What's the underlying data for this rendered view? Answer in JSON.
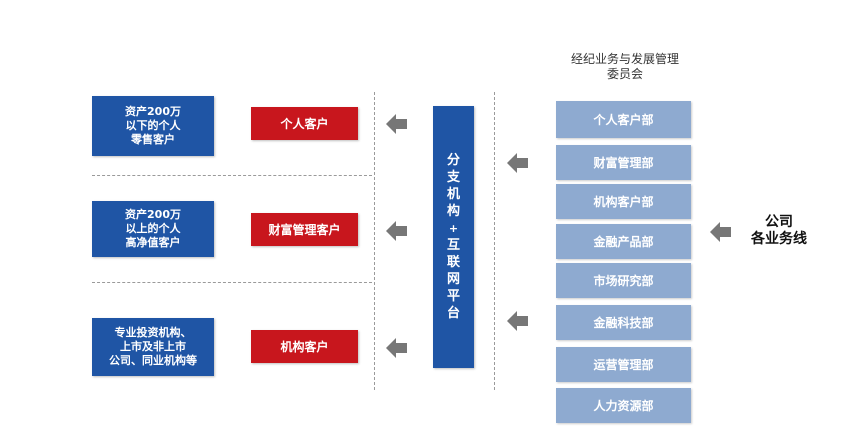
{
  "committee_title": "经纪业务与发展管理\n委员会",
  "side_label": "公司\n各业务线",
  "segments": [
    {
      "desc": "资产200万\n以下的个人\n零售客户",
      "customer": "个人客户"
    },
    {
      "desc": "资产200万\n以上的个人\n高净值客户",
      "customer": "财富管理客户"
    },
    {
      "desc": "专业投资机构、\n上市及非上市\n公司、同业机构等",
      "customer": "机构客户"
    }
  ],
  "branch_chars": [
    "分",
    "支",
    "机",
    "构",
    "+",
    "互",
    "联",
    "网",
    "平",
    "台"
  ],
  "departments": [
    "个人客户部",
    "财富管理部",
    "机构客户部",
    "金融产品部",
    "市场研究部",
    "金融科技部",
    "运营管理部",
    "人力资源部"
  ],
  "colors": {
    "segment": "#1f55a5",
    "customer": "#c8161d",
    "department": "#8eaad0",
    "arrow": "#777777"
  },
  "icons": {
    "arrow": "arrow-left-icon"
  }
}
